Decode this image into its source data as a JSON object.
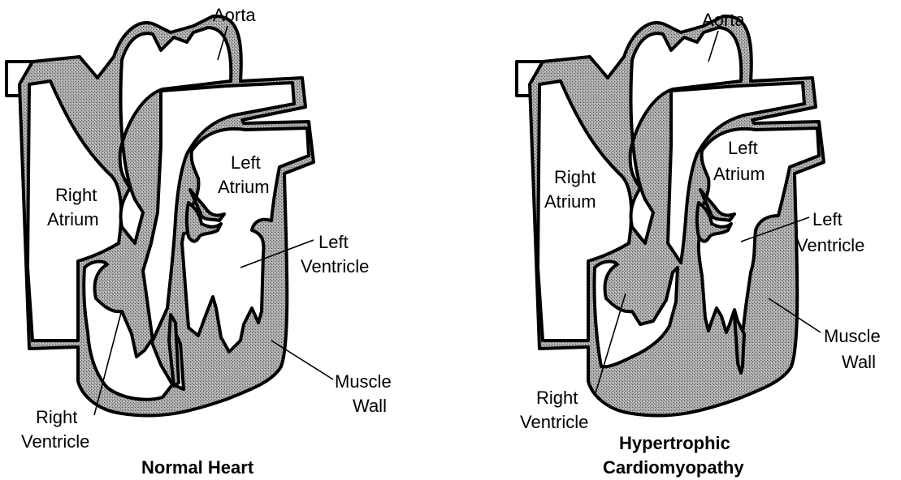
{
  "normal_heart": {
    "title": "Normal Heart",
    "labels": {
      "aorta": "Aorta",
      "right_atrium": [
        "Right",
        "Atrium"
      ],
      "left_atrium": [
        "Left",
        "Atrium"
      ],
      "left_ventricle": [
        "Left",
        "Ventricle"
      ],
      "right_ventricle": [
        "Right",
        "Ventricle"
      ],
      "muscle_wall": [
        "Muscle",
        "Wall"
      ]
    }
  },
  "hcm_heart": {
    "title": [
      "Hypertrophic",
      "Cardiomyopathy"
    ],
    "labels": {
      "aorta": "Aorta",
      "right_atrium": [
        "Right",
        "Atrium"
      ],
      "left_atrium": [
        "Left",
        "Atrium"
      ],
      "left_ventricle": [
        "Left",
        "Ventricle"
      ],
      "right_ventricle": [
        "Right",
        "Ventricle"
      ],
      "muscle_wall": [
        "Muscle",
        "Wall"
      ]
    }
  },
  "colors": {
    "muscle_fill": "#9a9a9a",
    "outline": "#000000",
    "chamber": "#ffffff"
  }
}
